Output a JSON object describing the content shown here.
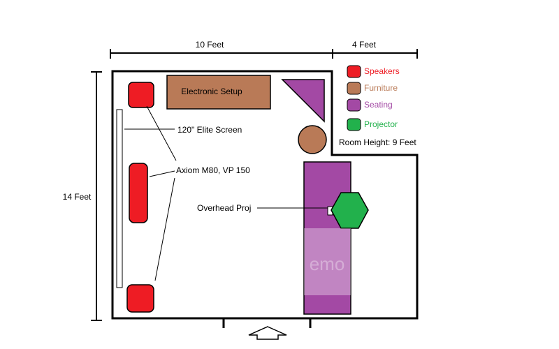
{
  "dimensions": {
    "width_label": "10 Feet",
    "extension_label": "4 Feet",
    "height_label": "14 Feet"
  },
  "labels": {
    "electronic_setup": "Electronic Setup",
    "screen": "120\" Elite Screen",
    "speakers": "Axiom M80, VP 150",
    "overhead": "Overhead Proj",
    "room_height": "Room Height: 9 Feet"
  },
  "legend": [
    {
      "name": "Speakers",
      "color": "#ee1c24"
    },
    {
      "name": "Furniture",
      "color": "#b97a57"
    },
    {
      "name": "Seating",
      "color": "#a349a4"
    },
    {
      "name": "Projector",
      "color": "#22b14c"
    }
  ],
  "watermark": "emo",
  "colors": {
    "speaker": "#ee1c24",
    "furniture": "#b97a57",
    "seating": "#a349a4",
    "projector": "#22b14c"
  },
  "icons": {
    "door_arrow": "up-arrow-icon"
  }
}
